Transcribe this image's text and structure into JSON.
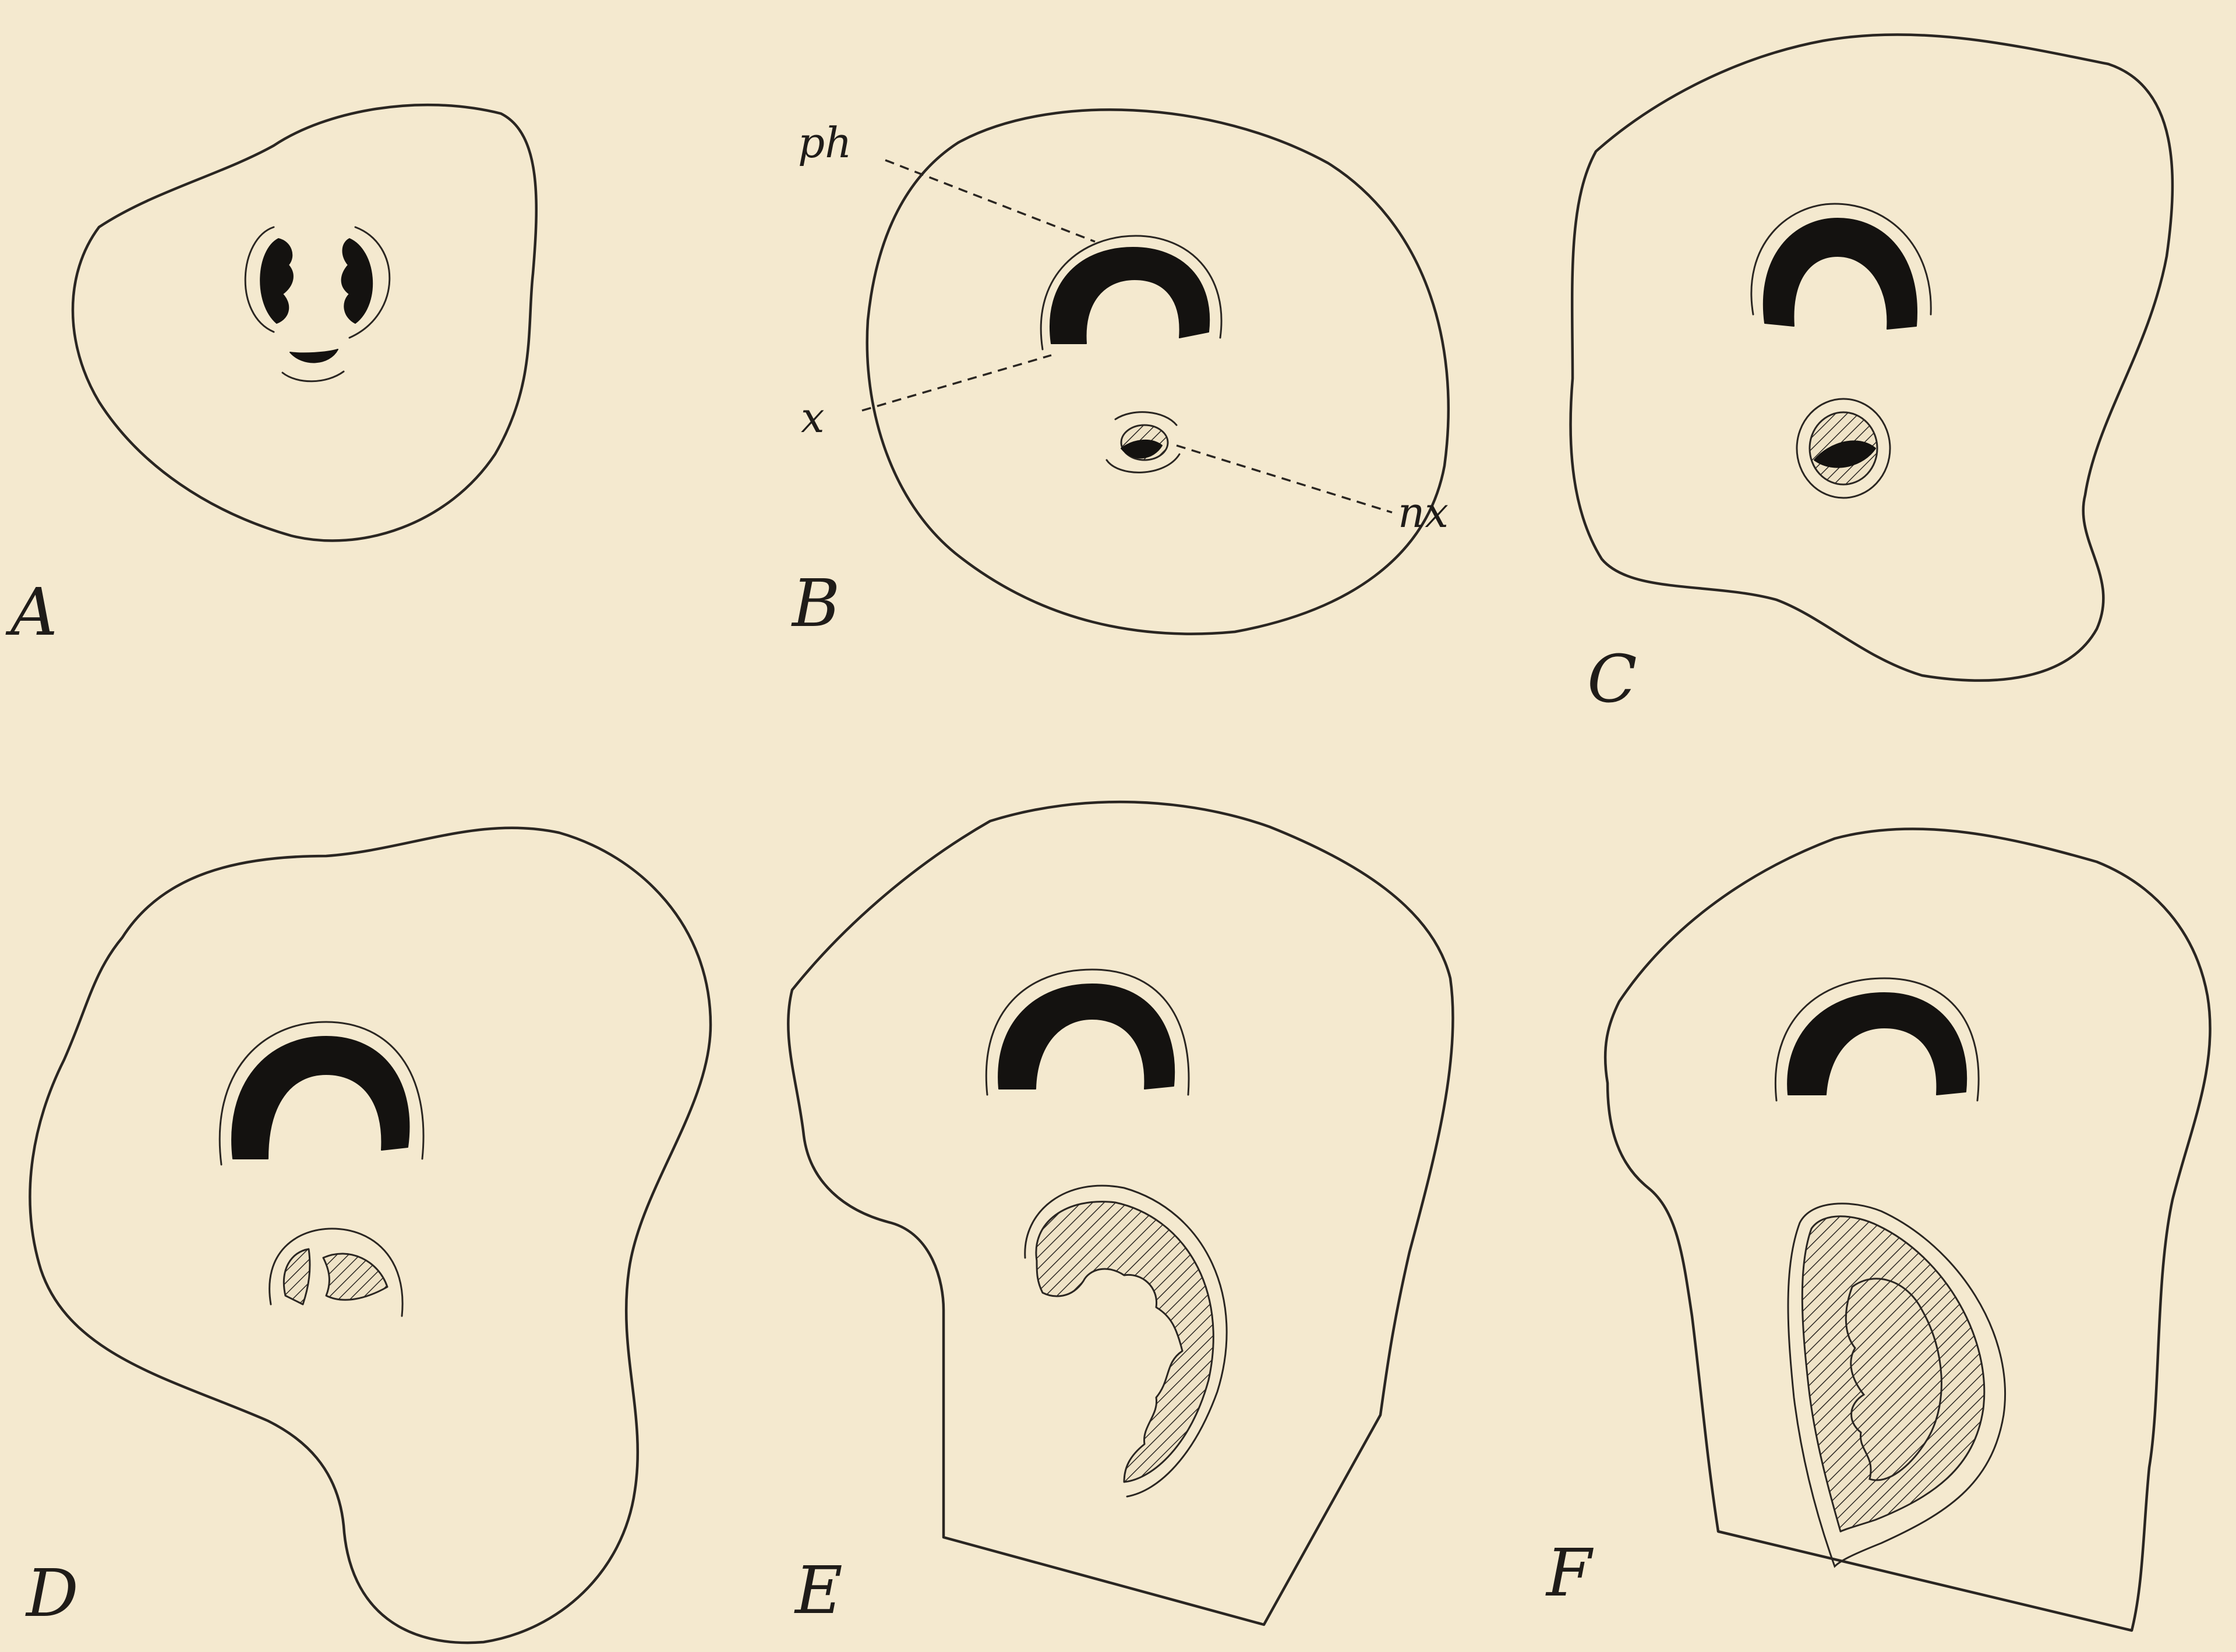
{
  "colors": {
    "paper": "#f4e9cf",
    "ink": "#1f1c19",
    "xylem_fill": "#141210"
  },
  "panels": {
    "a": {
      "letter": "A"
    },
    "b": {
      "letter": "B"
    },
    "c": {
      "letter": "C"
    },
    "d": {
      "letter": "D"
    },
    "e": {
      "letter": "E"
    },
    "f": {
      "letter": "F"
    }
  },
  "labels": {
    "ph": "ph",
    "x": "x",
    "nx": "nx"
  }
}
